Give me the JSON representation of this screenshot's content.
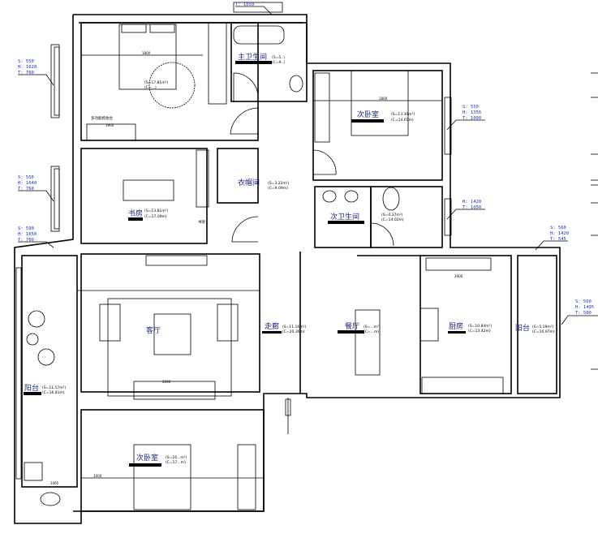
{
  "rooms": {
    "master_bedroom": {
      "area": "(S=17.81m²)",
      "perimeter": "(C=...)",
      "note": "多功能梳妆台"
    },
    "master_bath": {
      "name": "主卫生间",
      "area": "(S=5..)",
      "perimeter": "(C=9..)"
    },
    "study": {
      "name": "书房",
      "area": "(S=13.81m²)",
      "perimeter": "(C=17.09m)",
      "note": "书架"
    },
    "closet": {
      "name": "衣帽间",
      "area": "(S=3.22m²)",
      "perimeter": "(C=9.09m)"
    },
    "bedroom_ne": {
      "name": "次卧室",
      "area": "(S=13.36m²)",
      "perimeter": "(C=14.65m)"
    },
    "second_bath": {
      "name": "次卫生间",
      "area": "(S=4.37m²)",
      "perimeter": "(C=14.02m)"
    },
    "corridor": {
      "name": "走廊",
      "area": "(S=11.16m²)",
      "perimeter": "(C=20.36m)"
    },
    "dining": {
      "name": "餐厅",
      "area": "(S=...m²)",
      "perimeter": "(C=...m)"
    },
    "kitchen": {
      "name": "厨房",
      "area": "(S=10.84m²)",
      "perimeter": "(C=13.42m)"
    },
    "balcony_e": {
      "name": "阳台",
      "area": "(S=5.19m²)",
      "perimeter": "(C=10.97m)"
    },
    "living": {
      "name": "客厅"
    },
    "balcony_w": {
      "name": "阳台",
      "area": "(S=11.57m²)",
      "perimeter": "(C=16.81m)"
    },
    "bedroom_sw": {
      "name": "次卧室",
      "area": "(S=16...m²)",
      "perimeter": "(C=17...m)"
    }
  },
  "windows": [
    {
      "s": "S: 550",
      "h": "H: 1620",
      "t": "T: 760"
    },
    {
      "s": "S: 550",
      "h": "H: 1640",
      "t": "T: 760"
    },
    {
      "s": "S: 590",
      "h": "H: 1650",
      "t": "T: 760"
    },
    {
      "s": "S: 550",
      "h": "H: 1356",
      "t": "T: 1000"
    },
    {
      "h": "H: 1420",
      "t": "T: 1050"
    },
    {
      "s": "S: 560",
      "h": "H: 1420",
      "t": "T: 545"
    },
    {
      "s": "S: 560",
      "h": "H: 1405",
      "t": "T: 580"
    },
    {
      "t": "T: 1050"
    }
  ],
  "dimensions": [
    "1800",
    "1900",
    "2000",
    "2900",
    "1065",
    "1800",
    "1000"
  ]
}
